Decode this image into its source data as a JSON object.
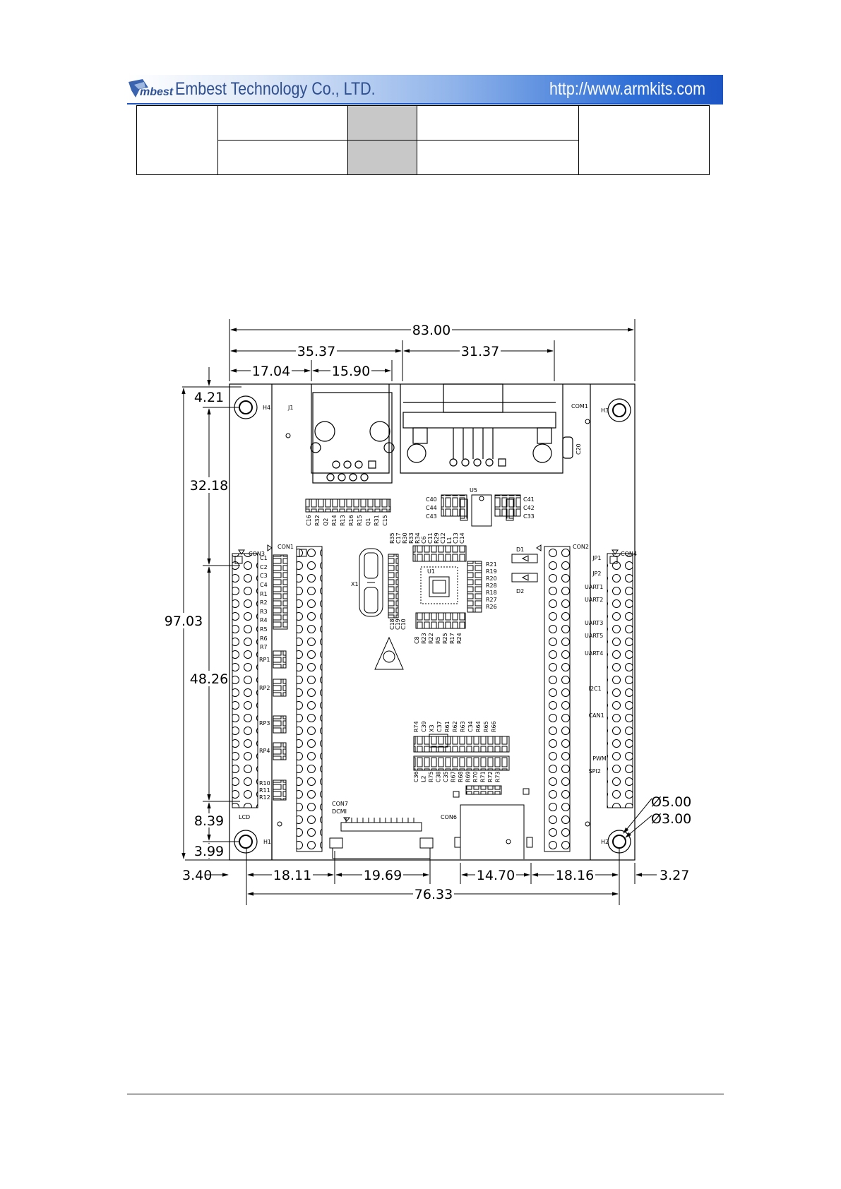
{
  "header": {
    "logo_text": "mbest",
    "company": "Embest Technology Co., LTD.",
    "url": "http://www.armkits.com",
    "brand_color": "#1d55c4"
  },
  "dimensions": {
    "overall_width": "83.00",
    "width_35": "35.37",
    "width_31": "31.37",
    "width_17": "17.04",
    "width_15": "15.90",
    "h_4_21": "4.21",
    "h_32_18": "32.18",
    "h_97_03": "97.03",
    "h_48_26": "48.26",
    "h_8_39": "8.39",
    "h_3_99": "3.99",
    "b_3_40": "3.40",
    "b_18_11": "18.11",
    "b_19_69": "19.69",
    "b_14_70": "14.70",
    "b_18_16": "18.16",
    "b_3_27": "3.27",
    "b_76_33": "76.33",
    "hole_outer": "Ø5.00",
    "hole_inner": "Ø3.00"
  },
  "labels": {
    "h4": "H4",
    "h3": "H3",
    "h1": "H1",
    "h2": "H2",
    "j1": "J1",
    "com1": "COM1",
    "c20": "C20",
    "u5": "U5",
    "u1": "U1",
    "x1": "X1",
    "x3": "X3",
    "con3": "CON3",
    "con1": "CON1",
    "con2": "CON2",
    "con4": "CON4",
    "con7": "CON7",
    "dcmi": "DCMI",
    "con6": "CON6",
    "lcd": "LCD",
    "d1": "D1",
    "d2": "D2",
    "con3_pins": [
      "C1",
      "C2",
      "C3",
      "C4",
      "R1",
      "R2",
      "R3",
      "R4",
      "R5",
      "R6",
      "R7"
    ],
    "rp": [
      "RP1",
      "RP2",
      "RP3",
      "RP4"
    ],
    "r_bottom": [
      "R10",
      "R11",
      "R12"
    ],
    "con4_pins": [
      "JP1",
      "JP2",
      "UART1",
      "UART2",
      "UART3",
      "UART5",
      "UART4",
      "I2C1",
      "CAN1",
      "PWM",
      "SPI2"
    ],
    "caps_left": [
      "C40",
      "C44",
      "C43"
    ],
    "caps_right": [
      "C41",
      "C42",
      "C33"
    ],
    "u1_right": [
      "R21",
      "R19",
      "R20",
      "R28",
      "R18",
      "R27",
      "R26"
    ],
    "row_under_j1": [
      "C16",
      "R32",
      "Q2",
      "R14",
      "R13",
      "R16",
      "R15",
      "Q1",
      "R31",
      "C15"
    ],
    "row_above_u1": [
      "R35",
      "C17",
      "R30",
      "R33",
      "R34",
      "C6",
      "C11",
      "R29",
      "C12",
      "L1",
      "C13",
      "C14"
    ],
    "row_below_u1": [
      "C8",
      "R23",
      "R22",
      "R5",
      "R25",
      "R17",
      "R24"
    ],
    "left_u1": [
      "C18",
      "C19",
      "C10"
    ],
    "lower_top": [
      "R74",
      "C39",
      "X3",
      "C37",
      "R61",
      "R62",
      "R63",
      "C34",
      "R64",
      "R65",
      "R66"
    ],
    "lower_bottom": [
      "C36",
      "L2",
      "R75",
      "C38",
      "C35",
      "R67",
      "R68",
      "R69",
      "R70",
      "R71",
      "R72",
      "R73"
    ]
  }
}
